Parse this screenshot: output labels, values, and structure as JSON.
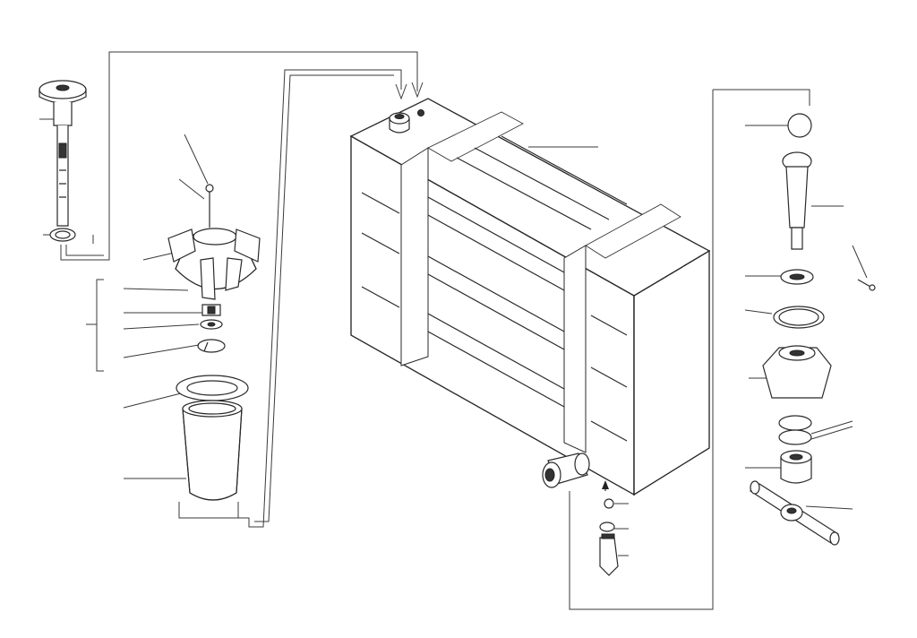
{
  "title": "",
  "diagram": {
    "type": "exploded parts diagram",
    "labels": [],
    "parts": [
      "dipstick",
      "breather-cap",
      "filler-cap",
      "small-nut",
      "washer",
      "spring-ring",
      "filler-gasket",
      "filler-strainer",
      "fuel-tank",
      "drain-cock",
      "drain-plug-washer",
      "sediment-filter",
      "ball",
      "valve-plunger",
      "split-pin",
      "nut-ring",
      "gasket-ring",
      "hex-union-body",
      "springs",
      "union-nut",
      "banjo-union"
    ]
  }
}
